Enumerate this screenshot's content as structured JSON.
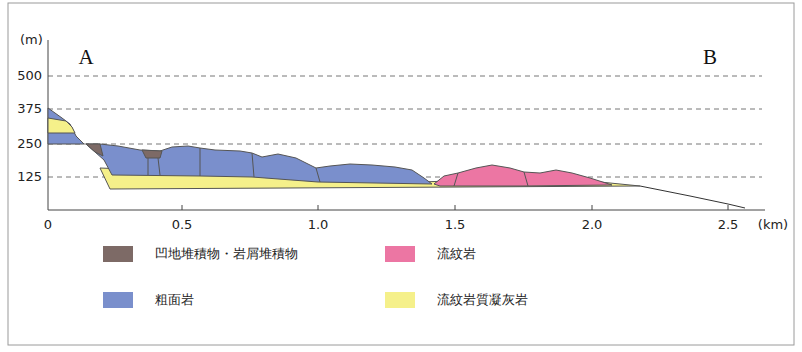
{
  "diagram": {
    "labels": [
      "(m)",
      "500",
      "375",
      "250",
      "125",
      "0",
      "A",
      "B",
      "0.5",
      "1.0",
      "1.5",
      "2.0",
      "2.5",
      "(km)"
    ],
    "legend": [
      {
        "text": "凹地堆積物・岩屑堆積物",
        "color": "#7d6a66"
      },
      {
        "text": "流紋岩",
        "color": "#ec76a3"
      },
      {
        "text": "粗面岩",
        "color": "#7a8fcc"
      },
      {
        "text": "流紋岩質凝灰岩",
        "color": "#f5f08a"
      }
    ]
  }
}
